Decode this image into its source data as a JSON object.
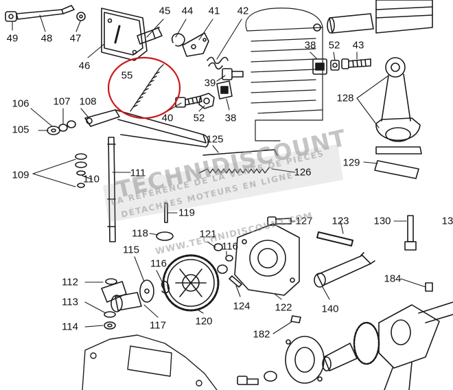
{
  "parts": {
    "p49": "49",
    "p48": "48",
    "p47": "47",
    "p46": "46",
    "p45": "45",
    "p44": "44",
    "p41": "41",
    "p42": "42",
    "p55": "55",
    "p39": "39",
    "p40": "40",
    "p52a": "52",
    "p38a": "38",
    "p38b": "38",
    "p52b": "52",
    "p43": "43",
    "p128": "128",
    "p129": "129",
    "p106": "106",
    "p107": "107",
    "p108": "108",
    "p105": "105",
    "p109": "109",
    "p110": "110",
    "p111": "111",
    "p125": "125",
    "p126": "126",
    "p119": "119",
    "p118": "118",
    "p121": "121",
    "p127": "127",
    "p123": "123",
    "p130": "130",
    "p13": "13",
    "p115": "115",
    "p116a": "116",
    "p116b": "116",
    "p112": "112",
    "p113": "113",
    "p114": "114",
    "p117": "117",
    "p120": "120",
    "p124": "124",
    "p122": "122",
    "p140": "140",
    "p184": "184",
    "p182": "182"
  },
  "watermark": {
    "logo": "TECHNIDISCOUNT",
    "line1": "LA RÉFÉRENCE DE LA VENTE DE PIÈCES",
    "line2": "DÉTACHÉES MOTEURS EN LIGNE",
    "url": "WWW.TECHNIDISCOUNT.COM"
  },
  "highlight_color": "#d0161a"
}
